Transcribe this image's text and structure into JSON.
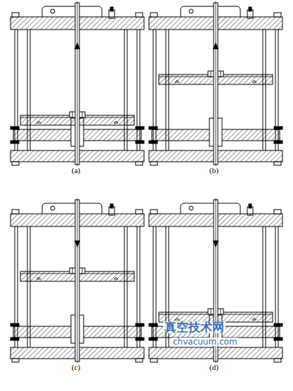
{
  "diagram": {
    "labels": [
      "(a)",
      "(b)",
      "(c)",
      "(d)",
      "真空技术网",
      "chvacuum.com"
    ]
  }
}
